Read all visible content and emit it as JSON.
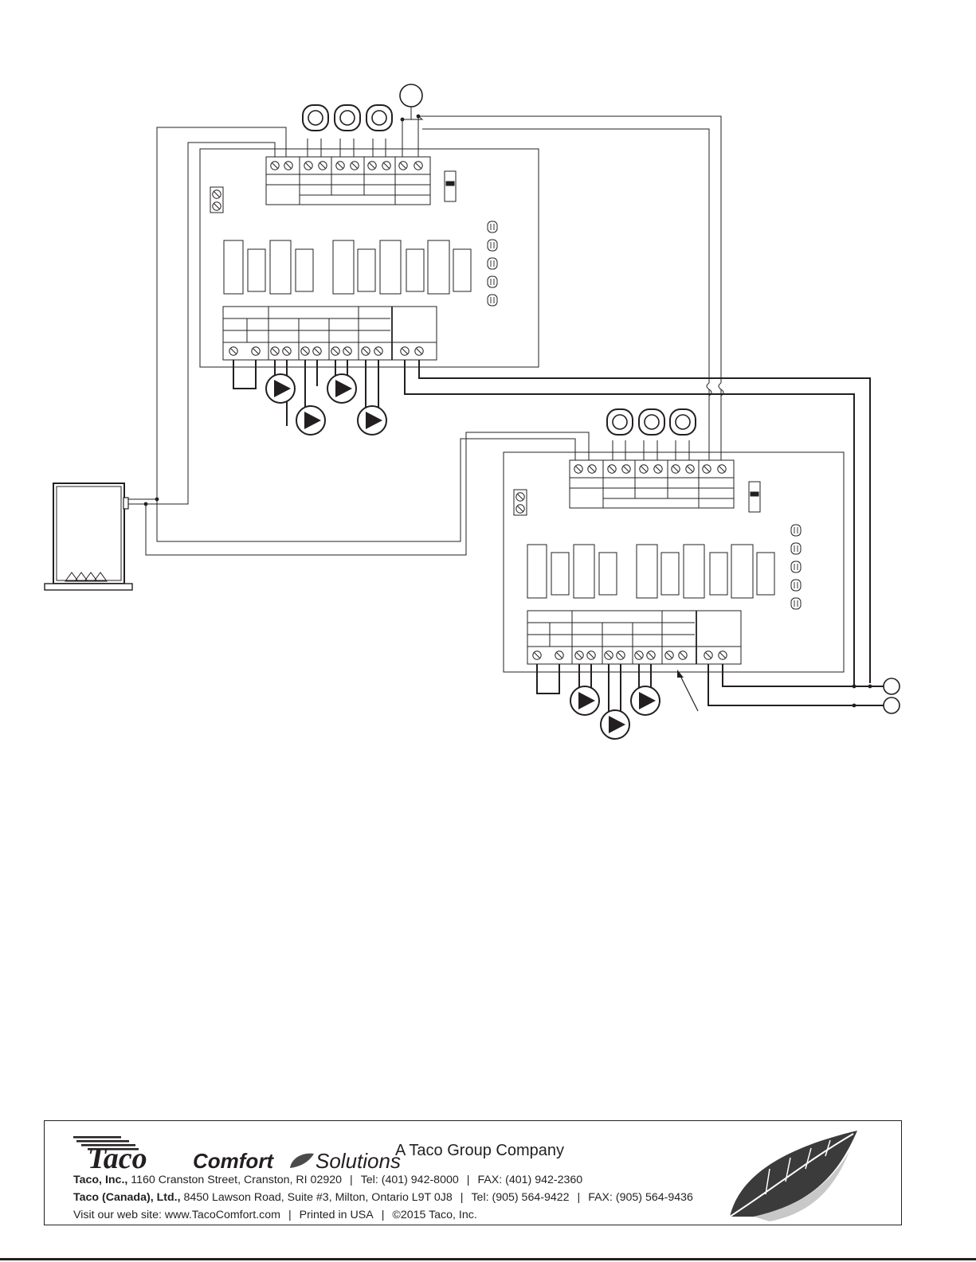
{
  "footer": {
    "brand_logo": "Taco",
    "brand_comfort": "Comfort",
    "brand_solutions": "Solutions",
    "tagline": "A Taco Group Company",
    "line1": {
      "company": "Taco, Inc.,",
      "address": "1160 Cranston Street, Cranston, RI 02920",
      "tel": "Tel: (401) 942-8000",
      "fax": "FAX: (401) 942-2360"
    },
    "line2": {
      "company": "Taco (Canada), Ltd.,",
      "address": "8450 Lawson Road, Suite #3, Milton, Ontario L9T 0J8",
      "tel": "Tel: (905) 564-9422",
      "fax": "FAX: (905) 564-9436"
    },
    "line3": {
      "web": "Visit our web site: www.TacoComfort.com",
      "printed": "Printed in USA",
      "copyright": "©2015 Taco, Inc."
    },
    "separator": "|"
  },
  "icons": {
    "thermostat": "thermostat-icon",
    "pump": "circulator-pump-icon",
    "boiler": "boiler-icon",
    "leaf": "leaf-icon",
    "power": "power-terminal-icon"
  },
  "colors": {
    "ink": "#231f20",
    "leaf_dark": "#3b3b3b",
    "leaf_light": "#c8c8c8"
  }
}
